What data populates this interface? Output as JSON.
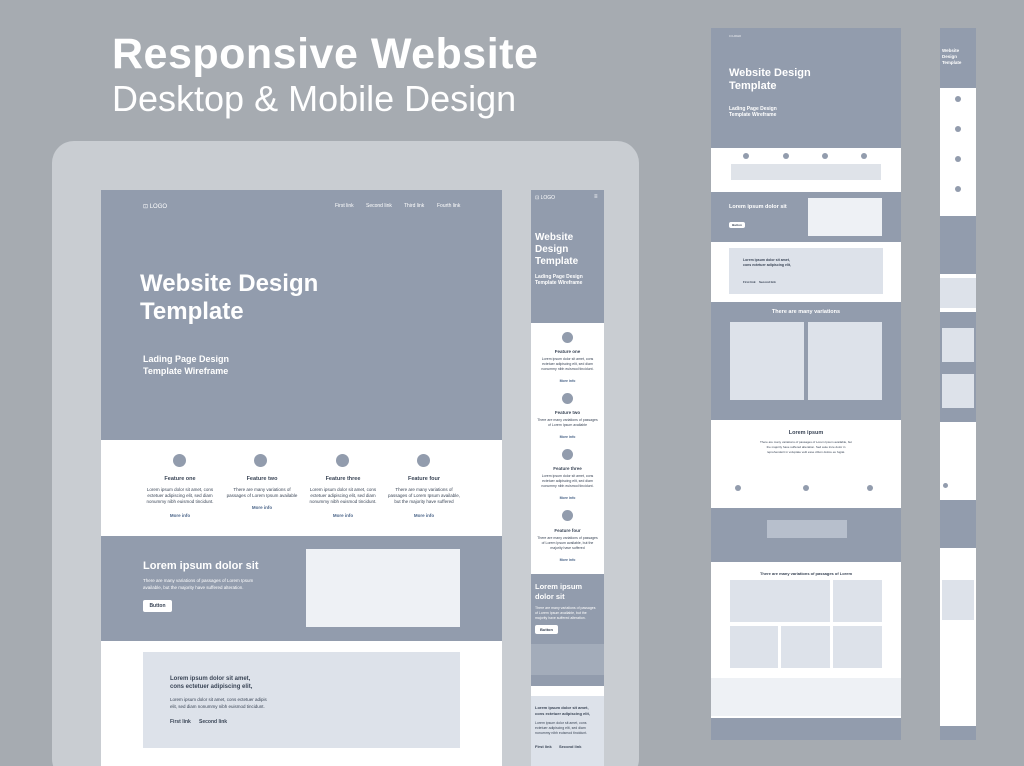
{
  "header": {
    "title": "Responsive Website",
    "subtitle": "Desktop & Mobile Design"
  },
  "desktop": {
    "logo": "LOGO",
    "nav": [
      "First link",
      "Second link",
      "Third link",
      "Fourth link"
    ],
    "hero_title_1": "Website Design",
    "hero_title_2": "Template",
    "hero_sub_1": "Lading Page Design",
    "hero_sub_2": "Template Wireframe",
    "features": [
      {
        "title": "Feature one",
        "line1": "Lorem ipsum dolor sit amet, cons",
        "line2": "ectetuer adipiscing elit, sed diam",
        "line3": "nonummy nibh euismod tincidunt.",
        "more": "More info"
      },
      {
        "title": "Feature two",
        "line1": "There are many variations of",
        "line2": "passages of Lorem Ipsum available",
        "line3": "",
        "more": "More info"
      },
      {
        "title": "Feature three",
        "line1": "Lorem ipsum dolor sit amet, cons",
        "line2": "ectetuer adipiscing elit, sed diam",
        "line3": "nonummy nibh euismod tincidunt.",
        "more": "More info"
      },
      {
        "title": "Feature four",
        "line1": "There are many variations of",
        "line2": "passages of Lorem Ipsum available,",
        "line3": "but the majority have suffered",
        "more": "More info"
      }
    ],
    "cta_title": "Lorem ipsum dolor sit",
    "cta_line1": "There are many variations of passages of Lorem Ipsum",
    "cta_line2": "available, but the majority have suffered alteration.",
    "cta_button": "Button",
    "block_title_1": "Lorem ipsum dolor sit amet,",
    "block_title_2": "cons ectetuer adipiscing elit,",
    "block_text_1": "Lorem ipsum dolor sit amet, cons ectetuer adipis",
    "block_text_2": "elit, sed diam nonummy nibh euismod tincidunt.",
    "block_link1": "First link",
    "block_link2": "Second link"
  },
  "mobile": {
    "logo": "LOGO",
    "hero_title_1": "Website",
    "hero_title_2": "Design",
    "hero_title_3": "Template",
    "hero_sub_1": "Lading Page Design",
    "hero_sub_2": "Template Wireframe",
    "features": [
      {
        "title": "Feature one",
        "line1": "Lorem ipsum dolor sit amet, cons",
        "line2": "ectetuer adipiscing elit, sed diam",
        "line3": "nonummy nibh euismod tincidunt.",
        "more": "More info"
      },
      {
        "title": "Feature two",
        "line1": "There are many variations of passages",
        "line2": "of Lorem Ipsum available",
        "line3": "",
        "more": "More info"
      },
      {
        "title": "Feature three",
        "line1": "Lorem ipsum dolor sit amet, cons",
        "line2": "ectetuer adipiscing elit, sed diam",
        "line3": "nonummy nibh euismod tincidunt.",
        "more": "More info"
      },
      {
        "title": "Feature four",
        "line1": "There are many variations of passages",
        "line2": "of Lorem Ipsum available, but the",
        "line3": "majority have suffered",
        "more": "More info"
      }
    ],
    "cta_title_1": "Lorem ipsum",
    "cta_title_2": "dolor sit",
    "cta_line1": "There are many variations of passages",
    "cta_line2": "of Lorem Ipsum available, but the",
    "cta_line3": "majority have suffered alteration.",
    "cta_button": "Button",
    "block_title_1": "Lorem ipsum dolor sit amet,",
    "block_title_2": "cons ectetuer adipiscing elit,",
    "block_text_1": "Lorem ipsum dolor sit amet, cons",
    "block_text_2": "ectetuer adipiscing elit, sed diam",
    "block_text_3": "nonummy nibh euismod tincidunt.",
    "block_link1": "First link",
    "block_link2": "Second link"
  },
  "preview": {
    "hero_title_1": "Website Design",
    "hero_title_2": "Template",
    "hero_sub_1": "Lading Page Design",
    "hero_sub_2": "Template Wireframe",
    "cta_title": "Lorem ipsum dolor sit",
    "cta_button": "Button",
    "block_title_1": "Lorem ipsum dolor sit amet,",
    "block_title_2": "cons ectetuer adipiscing elit,",
    "block_link1": "First link",
    "block_link2": "Second link",
    "variations_title": "There are many variations",
    "lorem_title": "Lorem ipsum",
    "lorem_text_1": "There are many variations of passages of Lorem Ipsum available, but",
    "lorem_text_2": "the majority have suffered alteration. Sed aute irure dolor in",
    "lorem_text_3": "reprehenderit in voluptate velit esse cillum dolore eu fugiat.",
    "grid_title": "There are many variations of passages of Lorem",
    "narrow_title_1": "Website",
    "narrow_title_2": "Design",
    "narrow_title_3": "Template"
  }
}
